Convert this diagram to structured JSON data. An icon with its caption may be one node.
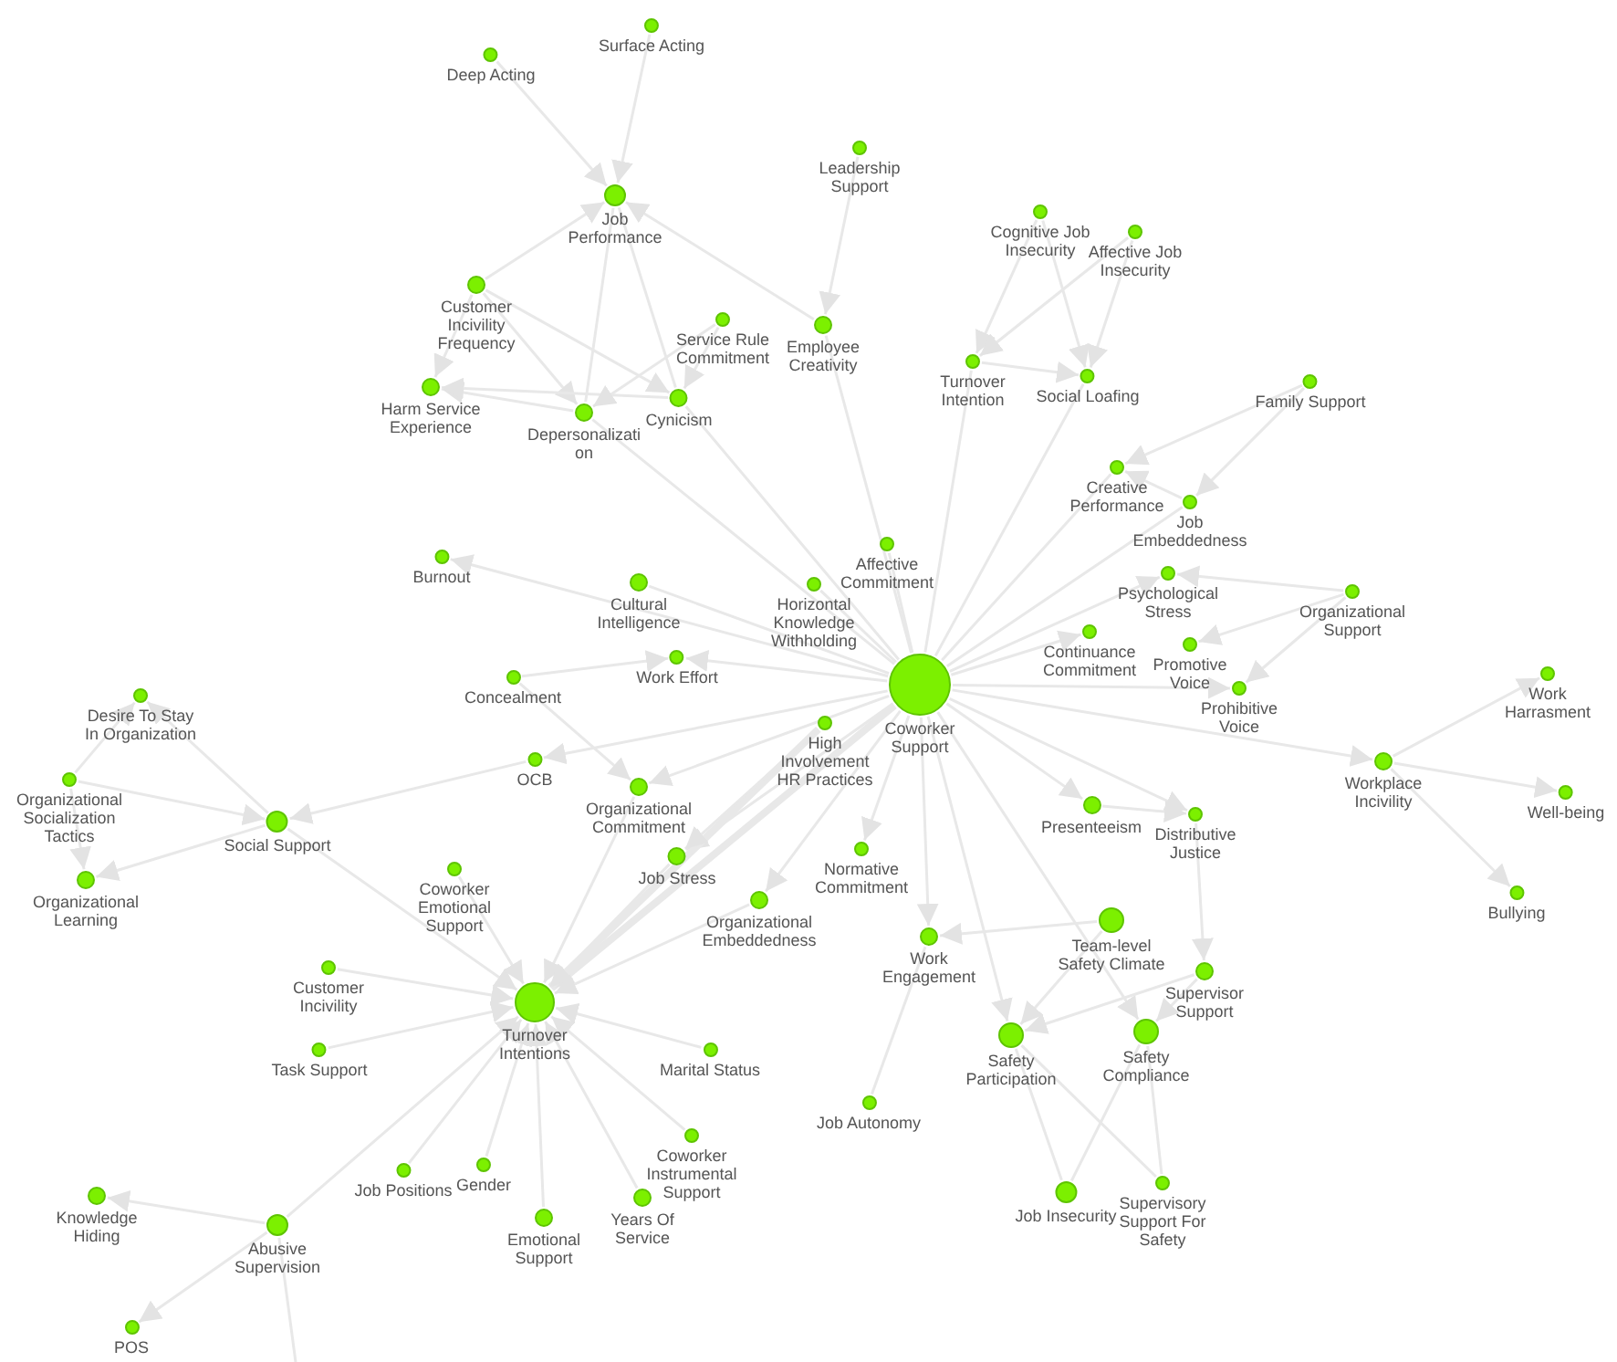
{
  "diagram": {
    "nodes": [
      {
        "text": [
          "Deep Acting"
        ]
      },
      {
        "text": [
          "Surface Acting"
        ]
      },
      {
        "text": [
          "Job Performance"
        ]
      },
      {
        "text": [
          "Leadership Support"
        ]
      },
      {
        "text": [
          "Cognitive Job Insecurity"
        ]
      },
      {
        "text": [
          "Affective Job Insecurity"
        ]
      },
      {
        "text": [
          "Customer Incivility Frequency"
        ]
      },
      {
        "text": [
          "Service Rule Commitment"
        ]
      },
      {
        "text": [
          "Employee Creativity"
        ]
      },
      {
        "text": [
          "Turnover Intention"
        ]
      },
      {
        "text": [
          "Social Loafing"
        ]
      },
      {
        "text": [
          "Family Support"
        ]
      },
      {
        "text": [
          "Harm Service Experience"
        ]
      },
      {
        "text": [
          "Depersonalization"
        ]
      },
      {
        "text": [
          "Cynicism"
        ]
      },
      {
        "text": [
          "Creative Performance"
        ]
      },
      {
        "text": [
          "Job Embeddedness"
        ]
      },
      {
        "text": [
          "Burnout"
        ]
      },
      {
        "text": [
          "Cultural Intelligence"
        ]
      },
      {
        "text": [
          "Horizontal Knowledge Withholding"
        ]
      },
      {
        "text": [
          "Affective Commitment"
        ]
      },
      {
        "text": [
          "Psychological Stress"
        ]
      },
      {
        "text": [
          "Organizational Support"
        ]
      },
      {
        "text": [
          "Continuance Commitment"
        ]
      },
      {
        "text": [
          "Promotive Voice"
        ]
      },
      {
        "text": [
          "Work Effort"
        ]
      },
      {
        "text": [
          "Concealment"
        ]
      },
      {
        "text": [
          "Coworker Support"
        ]
      },
      {
        "text": [
          "Prohibitive Voice"
        ]
      },
      {
        "text": [
          "Work Harrasment"
        ]
      },
      {
        "text": [
          "Desire To Stay In Organization"
        ]
      },
      {
        "text": [
          "High Involvement HR Practices"
        ]
      },
      {
        "text": [
          "OCB"
        ]
      },
      {
        "text": [
          "Organizational Socialization Tactics"
        ]
      },
      {
        "text": [
          "Organizational Commitment"
        ]
      },
      {
        "text": [
          "Workplace Incivility"
        ]
      },
      {
        "text": [
          "Distributive Justice"
        ]
      },
      {
        "text": [
          "Presenteeism"
        ]
      },
      {
        "text": [
          "Well-being"
        ]
      },
      {
        "text": [
          "Social Support"
        ]
      },
      {
        "text": [
          "Organizational Learning"
        ]
      },
      {
        "text": [
          "Job Stress"
        ]
      },
      {
        "text": [
          "Normative Commitment"
        ]
      },
      {
        "text": [
          "Coworker Emotional Support"
        ]
      },
      {
        "text": [
          "Organizational Embeddedness"
        ]
      },
      {
        "text": [
          "Bullying"
        ]
      },
      {
        "text": [
          "Work Engagement"
        ]
      },
      {
        "text": [
          "Team-level Safety Climate"
        ]
      },
      {
        "text": [
          "Supervisor Support"
        ]
      },
      {
        "text": [
          "Customer Incivility"
        ]
      },
      {
        "text": [
          "Turnover Intentions"
        ]
      },
      {
        "text": [
          "Safety Participation"
        ]
      },
      {
        "text": [
          "Safety Compliance"
        ]
      },
      {
        "text": [
          "Task Support"
        ]
      },
      {
        "text": [
          "Marital Status"
        ]
      },
      {
        "text": [
          "Job Autonomy"
        ]
      },
      {
        "text": [
          "Coworker Instrumental Support"
        ]
      },
      {
        "text": [
          "Job Positions"
        ]
      },
      {
        "text": [
          "Gender"
        ]
      },
      {
        "text": [
          "Knowledge Hiding"
        ]
      },
      {
        "text": [
          "Supervisory Support For Safety"
        ]
      },
      {
        "text": [
          "Job Insecurity"
        ]
      },
      {
        "text": [
          "Abusive Supervision"
        ]
      },
      {
        "text": [
          "Emotional Support"
        ]
      },
      {
        "text": [
          "Years Of Service"
        ]
      },
      {
        "text": [
          "POS"
        ]
      }
    ],
    "edges": [
      {
        "from": 0,
        "to": 2,
        "arrow": "to"
      },
      {
        "from": 1,
        "to": 2,
        "arrow": "to"
      },
      {
        "from": 3,
        "to": 8,
        "arrow": "to"
      },
      {
        "from": 8,
        "to": 2,
        "arrow": "to"
      },
      {
        "from": 6,
        "to": 2,
        "arrow": "to"
      },
      {
        "from": 6,
        "to": 12,
        "arrow": "to"
      },
      {
        "from": 6,
        "to": 14,
        "arrow": "to"
      },
      {
        "from": 6,
        "to": 13,
        "arrow": "to"
      },
      {
        "from": 13,
        "to": 12,
        "arrow": "to"
      },
      {
        "from": 14,
        "to": 12,
        "arrow": "to"
      },
      {
        "from": 13,
        "to": 2,
        "arrow": "none"
      },
      {
        "from": 14,
        "to": 2,
        "arrow": "none"
      },
      {
        "from": 7,
        "to": 13,
        "arrow": "to"
      },
      {
        "from": 7,
        "to": 14,
        "arrow": "to"
      },
      {
        "from": 27,
        "to": 13,
        "arrow": "none"
      },
      {
        "from": 27,
        "to": 14,
        "arrow": "none"
      },
      {
        "from": 27,
        "to": 8,
        "arrow": "none"
      },
      {
        "from": 27,
        "to": 9,
        "arrow": "none"
      },
      {
        "from": 27,
        "to": 10,
        "arrow": "none"
      },
      {
        "from": 27,
        "to": 15,
        "arrow": "none"
      },
      {
        "from": 27,
        "to": 16,
        "arrow": "none"
      },
      {
        "from": 27,
        "to": 17,
        "arrow": "to"
      },
      {
        "from": 27,
        "to": 18,
        "arrow": "none"
      },
      {
        "from": 27,
        "to": 19,
        "arrow": "none"
      },
      {
        "from": 27,
        "to": 20,
        "arrow": "none"
      },
      {
        "from": 27,
        "to": 21,
        "arrow": "to"
      },
      {
        "from": 27,
        "to": 23,
        "arrow": "to"
      },
      {
        "from": 27,
        "to": 25,
        "arrow": "to"
      },
      {
        "from": 27,
        "to": 28,
        "arrow": "to"
      },
      {
        "from": 27,
        "to": 32,
        "arrow": "to"
      },
      {
        "from": 27,
        "to": 34,
        "arrow": "to"
      },
      {
        "from": 27,
        "to": 35,
        "arrow": "to"
      },
      {
        "from": 27,
        "to": 37,
        "arrow": "to"
      },
      {
        "from": 27,
        "to": 36,
        "arrow": "to"
      },
      {
        "from": 27,
        "to": 42,
        "arrow": "to"
      },
      {
        "from": 27,
        "to": 46,
        "arrow": "to"
      },
      {
        "from": 27,
        "to": 51,
        "arrow": "to"
      },
      {
        "from": 27,
        "to": 52,
        "arrow": "to"
      },
      {
        "from": 27,
        "to": 41,
        "arrow": "to"
      },
      {
        "from": 27,
        "to": 50,
        "arrow": "to",
        "style": "thick"
      },
      {
        "from": 27,
        "to": 44,
        "arrow": "to"
      },
      {
        "from": 31,
        "to": 50,
        "arrow": "to",
        "style": "thick"
      },
      {
        "from": 31,
        "to": 41,
        "arrow": "to"
      },
      {
        "from": 4,
        "to": 9,
        "arrow": "to"
      },
      {
        "from": 4,
        "to": 10,
        "arrow": "to"
      },
      {
        "from": 5,
        "to": 9,
        "arrow": "to"
      },
      {
        "from": 5,
        "to": 10,
        "arrow": "to"
      },
      {
        "from": 9,
        "to": 10,
        "arrow": "to"
      },
      {
        "from": 11,
        "to": 15,
        "arrow": "to"
      },
      {
        "from": 11,
        "to": 16,
        "arrow": "to"
      },
      {
        "from": 16,
        "to": 15,
        "arrow": "to"
      },
      {
        "from": 22,
        "to": 21,
        "arrow": "to"
      },
      {
        "from": 22,
        "to": 24,
        "arrow": "to"
      },
      {
        "from": 22,
        "to": 28,
        "arrow": "to"
      },
      {
        "from": 26,
        "to": 25,
        "arrow": "to"
      },
      {
        "from": 26,
        "to": 34,
        "arrow": "to"
      },
      {
        "from": 32,
        "to": 39,
        "arrow": "to"
      },
      {
        "from": 39,
        "to": 30,
        "arrow": "to"
      },
      {
        "from": 33,
        "to": 39,
        "arrow": "to"
      },
      {
        "from": 39,
        "to": 40,
        "arrow": "to"
      },
      {
        "from": 33,
        "to": 30,
        "arrow": "to"
      },
      {
        "from": 33,
        "to": 40,
        "arrow": "to"
      },
      {
        "from": 39,
        "to": 50,
        "arrow": "to"
      },
      {
        "from": 43,
        "to": 50,
        "arrow": "to"
      },
      {
        "from": 49,
        "to": 50,
        "arrow": "to"
      },
      {
        "from": 53,
        "to": 50,
        "arrow": "to"
      },
      {
        "from": 54,
        "to": 50,
        "arrow": "to"
      },
      {
        "from": 56,
        "to": 50,
        "arrow": "to"
      },
      {
        "from": 64,
        "to": 50,
        "arrow": "to"
      },
      {
        "from": 63,
        "to": 50,
        "arrow": "to"
      },
      {
        "from": 58,
        "to": 50,
        "arrow": "to"
      },
      {
        "from": 57,
        "to": 50,
        "arrow": "to"
      },
      {
        "from": 62,
        "to": 50,
        "arrow": "to"
      },
      {
        "from": 34,
        "to": 50,
        "arrow": "to"
      },
      {
        "from": 41,
        "to": 50,
        "arrow": "to"
      },
      {
        "from": 44,
        "to": 50,
        "arrow": "to"
      },
      {
        "from": 62,
        "to": 59,
        "arrow": "to"
      },
      {
        "from": 62,
        "to": 65,
        "arrow": "to"
      },
      {
        "from": 62,
        "to": null,
        "arrow": "none"
      },
      {
        "from": 35,
        "to": 29,
        "arrow": "to"
      },
      {
        "from": 35,
        "to": 38,
        "arrow": "to"
      },
      {
        "from": 35,
        "to": 45,
        "arrow": "to"
      },
      {
        "from": 46,
        "to": 55,
        "arrow": "none"
      },
      {
        "from": 47,
        "to": 46,
        "arrow": "to"
      },
      {
        "from": 47,
        "to": 51,
        "arrow": "to"
      },
      {
        "from": 48,
        "to": 51,
        "arrow": "to"
      },
      {
        "from": 48,
        "to": 52,
        "arrow": "to"
      },
      {
        "from": 36,
        "to": 48,
        "arrow": "to"
      },
      {
        "from": 37,
        "to": 36,
        "arrow": "to"
      },
      {
        "from": 51,
        "to": 61,
        "arrow": "none"
      },
      {
        "from": 52,
        "to": 61,
        "arrow": "none"
      },
      {
        "from": 51,
        "to": 60,
        "arrow": "none"
      },
      {
        "from": 52,
        "to": 60,
        "arrow": "none"
      }
    ]
  }
}
